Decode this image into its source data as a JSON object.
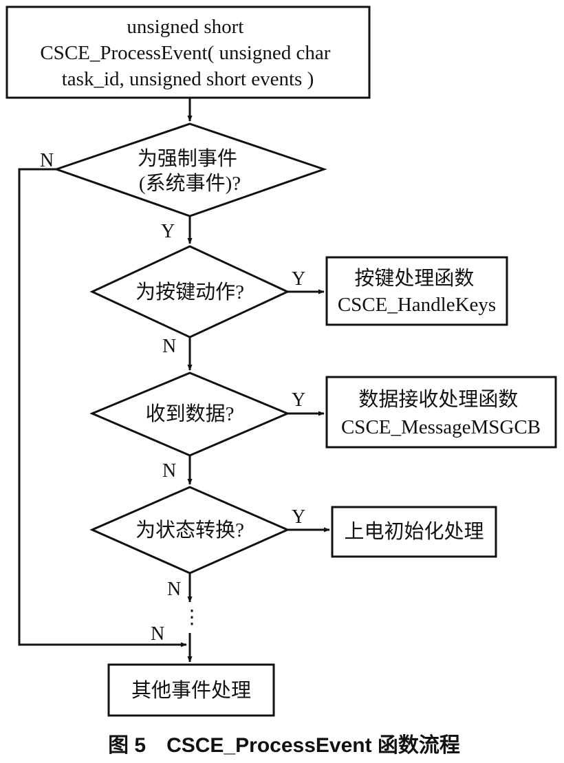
{
  "diagram": {
    "start_box": {
      "lines": [
        "unsigned short",
        "CSCE_ProcessEvent( unsigned char",
        "task_id, unsigned short events )"
      ]
    },
    "decisions": [
      {
        "lines": [
          "为强制事件",
          "(系统事件)?"
        ]
      },
      {
        "lines": [
          "为按键动作?"
        ]
      },
      {
        "lines": [
          "收到数据?"
        ]
      },
      {
        "lines": [
          "为状态转换?"
        ]
      }
    ],
    "process_boxes": [
      {
        "lines": [
          "按键处理函数",
          "CSCE_HandleKeys"
        ]
      },
      {
        "lines": [
          "数据接收处理函数",
          "CSCE_MessageMSGCB"
        ]
      },
      {
        "lines": [
          "上电初始化处理"
        ]
      }
    ],
    "end_box": {
      "lines": [
        "其他事件处理"
      ]
    },
    "branch_labels": {
      "n1": "N",
      "y1": "Y",
      "y2": "Y",
      "n2": "N",
      "y3": "Y",
      "n3": "N",
      "y4": "Y",
      "n4": "N",
      "n5": "N"
    },
    "ellipsis": "⋮",
    "caption": "图 5　CSCE_ProcessEvent 函数流程"
  }
}
